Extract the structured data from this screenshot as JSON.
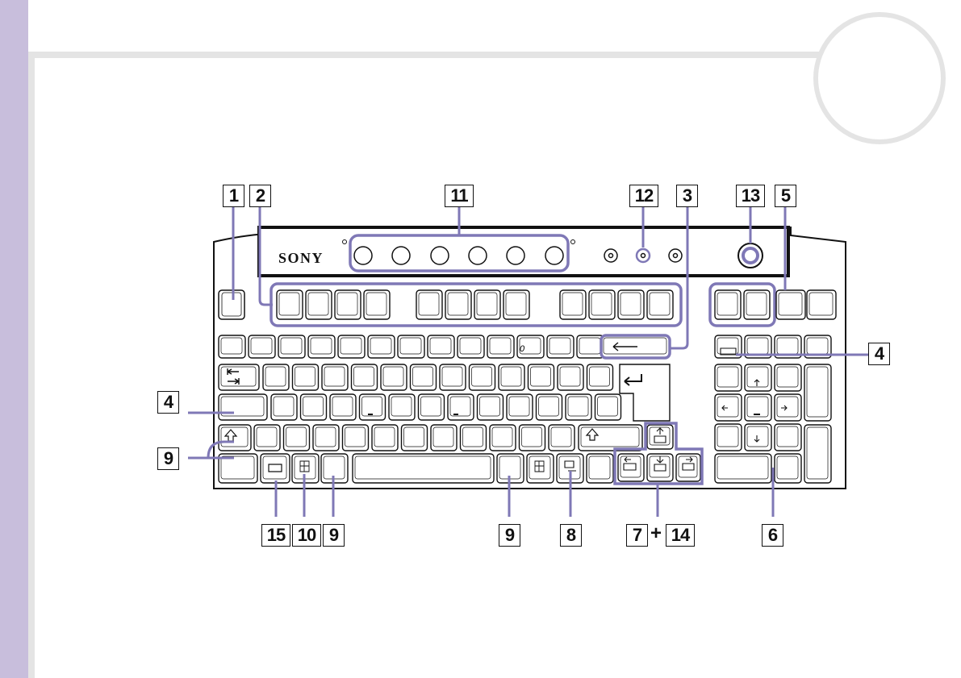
{
  "brand": "SONY",
  "colors": {
    "accent": "#7f78b6",
    "sidebar": "#c8bedc",
    "frame": "#e4e4e4"
  },
  "callouts": {
    "c1": "1",
    "c2": "2",
    "c11": "11",
    "c12": "12",
    "c3": "3",
    "c13": "13",
    "c5": "5",
    "c4_right": "4",
    "c4_left": "4",
    "c9_left": "9",
    "c15": "15",
    "c10": "10",
    "c9_bottom_a": "9",
    "c9_bottom_b": "9",
    "c8": "8",
    "c7": "7",
    "plus": "+",
    "c14": "14",
    "c6": "6"
  },
  "key_legends": {
    "zero": "0"
  }
}
